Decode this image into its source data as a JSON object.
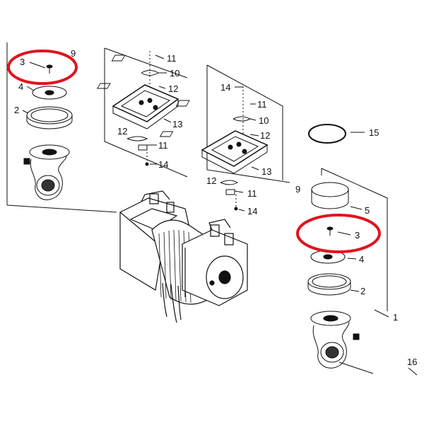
{
  "diagram": {
    "part_labels": {
      "p1": "1",
      "p2": "2",
      "p3": "3",
      "p4": "4",
      "p5": "5",
      "p9": "9",
      "p10": "10",
      "p11": "11",
      "p12": "12",
      "p13": "13",
      "p14": "14",
      "p15": "15",
      "p16": "16"
    },
    "highlight_color": "#e0141e",
    "line_color": "#111111"
  }
}
